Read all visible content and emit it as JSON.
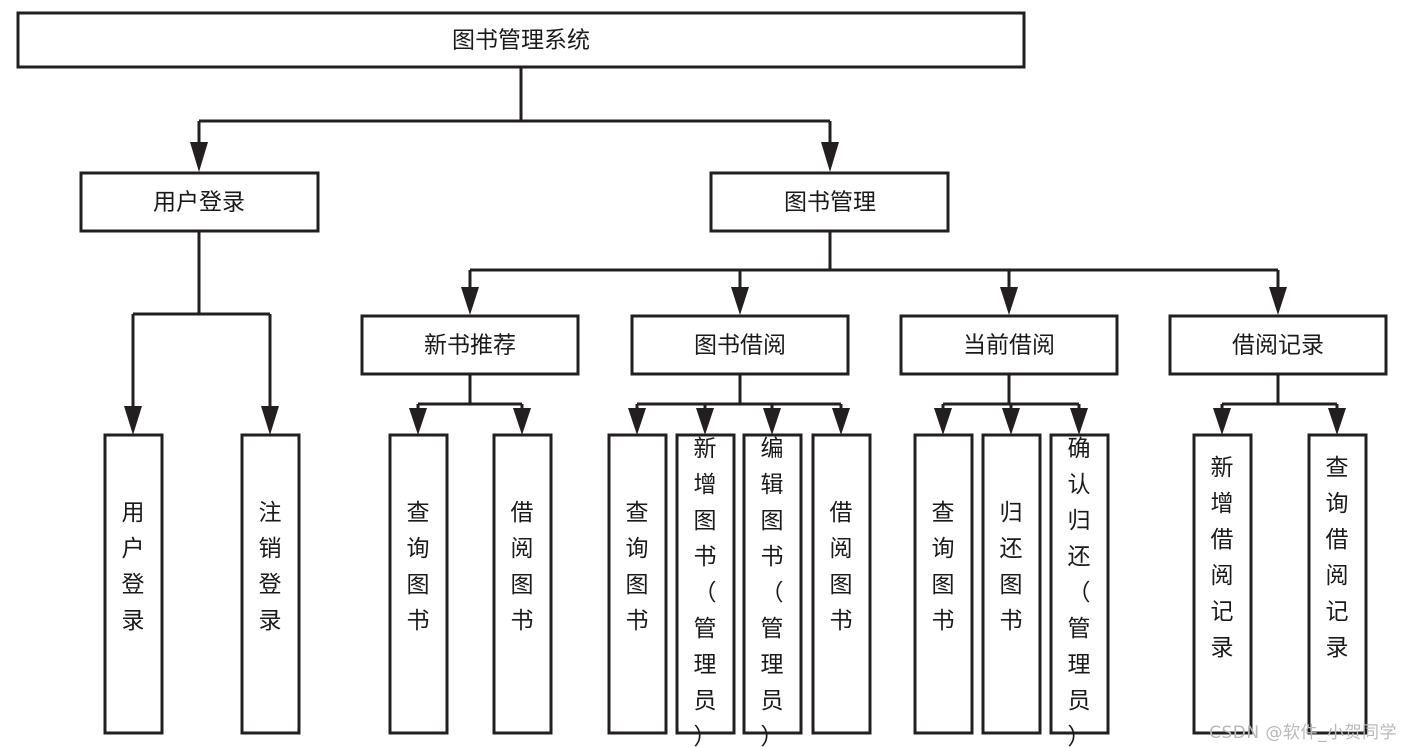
{
  "diagram": {
    "title": "图书管理系统",
    "type": "tree-hierarchy",
    "watermark": "CSDN @软件_小贺同学",
    "colors": {
      "stroke": "#231f20",
      "fill": "#ffffff",
      "text": "#1a1a1a",
      "watermark": "#b9b9b9"
    },
    "root": {
      "label": "图书管理系统"
    },
    "level2": [
      {
        "label": "用户登录"
      },
      {
        "label": "图书管理"
      }
    ],
    "level3": [
      {
        "label": "新书推荐"
      },
      {
        "label": "图书借阅"
      },
      {
        "label": "当前借阅"
      },
      {
        "label": "借阅记录"
      }
    ],
    "leaves": {
      "user_login": [
        {
          "label": "用户登录"
        },
        {
          "label": "注销登录"
        }
      ],
      "new_book": [
        {
          "label": "查询图书"
        },
        {
          "label": "借阅图书"
        }
      ],
      "borrow_book": [
        {
          "label": "查询图书"
        },
        {
          "label": "新增图书（管理员）"
        },
        {
          "label": "编辑图书（管理员）"
        },
        {
          "label": "借阅图书"
        }
      ],
      "current_borrow": [
        {
          "label": "查询图书"
        },
        {
          "label": "归还图书"
        },
        {
          "label": "确认归还（管理员）"
        }
      ],
      "borrow_record": [
        {
          "label": "新增借阅记录"
        },
        {
          "label": "查询借阅记录"
        }
      ]
    }
  }
}
